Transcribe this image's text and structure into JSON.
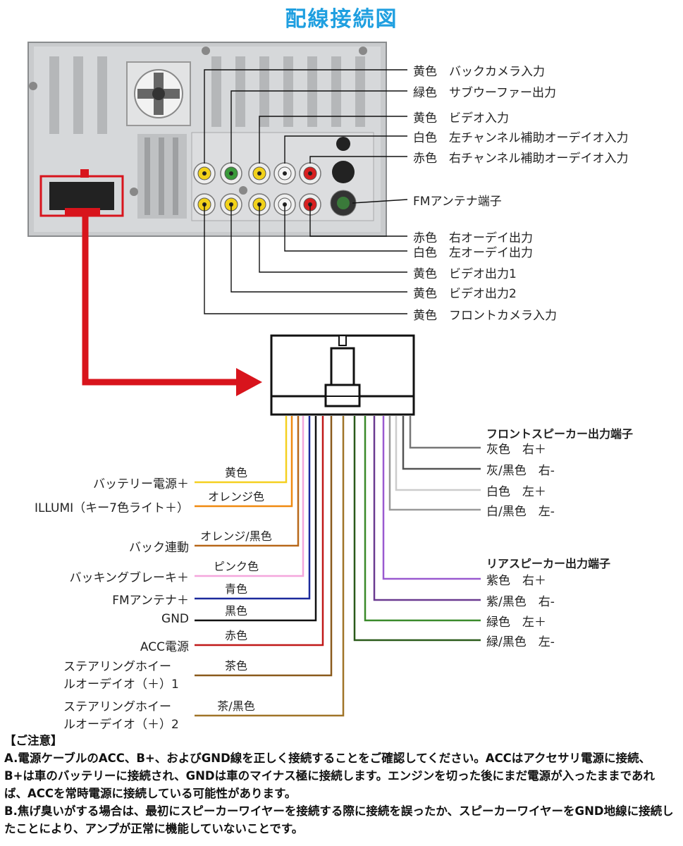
{
  "title": "配線接続図",
  "rca_labels": [
    "黄色　バックカメラ入力",
    "緑色　サブウーファー出力",
    "黄色　ビデオ入力",
    "白色　左チャンネル補助オーデイオ入力",
    "赤色　右チャンネル補助オーデイオ入力",
    "FMアンテナ端子",
    "赤色　右オーデイ出力",
    "白色　左オーデイ出力",
    "黄色　ビデオ出力1",
    "黄色　ビデオ出力2",
    "黄色　フロントカメラ入力"
  ],
  "left_wires": [
    {
      "function": "バッテリー電源＋",
      "color_label": "黄色",
      "color": "#f5d020"
    },
    {
      "function": "ILLUMI（キー7色ライト＋）",
      "color_label": "オレンジ色",
      "color": "#f08a10"
    },
    {
      "function": "バック連動",
      "color_label": "オレンジ/黒色",
      "color": "#b8681a"
    },
    {
      "function": "バッキングブレーキ＋",
      "color_label": "ピンク色",
      "color": "#f4a6dc"
    },
    {
      "function": "FMアンテナ＋",
      "color_label": "青色",
      "color": "#1c2a9c"
    },
    {
      "function": "GND",
      "color_label": "黒色",
      "color": "#111111"
    },
    {
      "function": "ACC電源",
      "color_label": "赤色",
      "color": "#c01818"
    },
    {
      "function_lines": [
        "ステアリングホイー",
        "ルオーデイオ（＋）1"
      ],
      "color_label": "茶色",
      "color": "#8a5a1c"
    },
    {
      "function_lines": [
        "ステアリングホイー",
        "ルオーデイオ（＋）2"
      ],
      "color_label": "茶/黒色",
      "color": "#a07428"
    }
  ],
  "front_speaker": {
    "heading": "フロントスピーカー出力端子",
    "items": [
      {
        "label": "灰色　右＋",
        "color": "#777777"
      },
      {
        "label": "灰/黒色　右-",
        "color": "#555555"
      },
      {
        "label": "白色　左＋",
        "color": "#cccccc"
      },
      {
        "label": "白/黒色　左-",
        "color": "#999999"
      }
    ]
  },
  "rear_speaker": {
    "heading": "リアスピーカー出力端子",
    "items": [
      {
        "label": "紫色　右＋",
        "color": "#9a5ad0"
      },
      {
        "label": "紫/黒色　右-",
        "color": "#6a3a90"
      },
      {
        "label": "緑色　左＋",
        "color": "#3a8a2a"
      },
      {
        "label": "緑/黒色　左-",
        "color": "#2a5a1a"
      }
    ]
  },
  "notes": {
    "heading": "【ご注意】",
    "lines": [
      "A.電源ケーブルのACC、B+、およびGND線を正しく接続することをご確認してください。ACCはアクセサリ電源に接続、B+は車のバッテリーに接続され、GNDは車のマイナス極に接続します。エンジンを切った後にまだ電源が入ったままであれば、ACCを常時電源に接続している可能性があります。",
      "B.焦げ臭いがする場合は、最初にスピーカーワイヤーを接続する際に接続を誤ったか、スピーカーワイヤーをGND地線に接続したことにより、アンプが正常に機能していないことです。"
    ]
  },
  "accent_red": "#d8141c",
  "title_color": "#1f9fe0"
}
